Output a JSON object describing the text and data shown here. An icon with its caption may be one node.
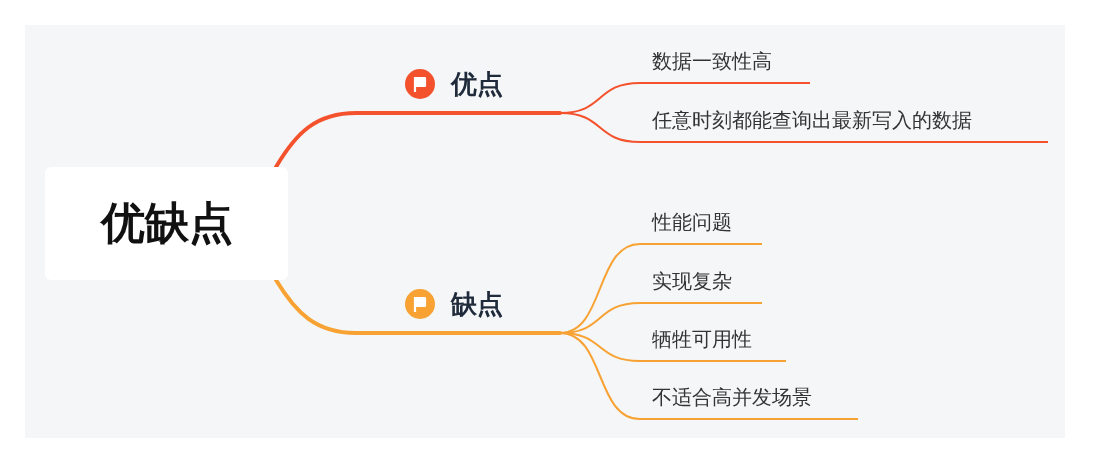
{
  "diagram": {
    "nodes": [
      {
        "text": [
          "优缺点"
        ]
      },
      {
        "text": [
          "优点"
        ]
      },
      {
        "text": [
          "数据一致性高"
        ]
      },
      {
        "text": [
          "任意时刻都能查询出最新写入的数据"
        ]
      },
      {
        "text": [
          "缺点"
        ]
      },
      {
        "text": [
          "性能问题"
        ]
      },
      {
        "text": [
          "实现复杂"
        ]
      },
      {
        "text": [
          "牺牲可用性"
        ]
      },
      {
        "text": [
          "不适合高并发场景"
        ]
      }
    ],
    "edges": [
      {
        "from": 0,
        "to": 1,
        "arrow": "none",
        "style": "thick",
        "color": "#f4522d"
      },
      {
        "from": 1,
        "to": 2,
        "arrow": "none",
        "color": "#f4522d"
      },
      {
        "from": 1,
        "to": 3,
        "arrow": "none",
        "color": "#f4522d"
      },
      {
        "from": 0,
        "to": 4,
        "arrow": "none",
        "style": "thick"
      },
      {
        "from": 4,
        "to": 5,
        "arrow": "none"
      },
      {
        "from": 4,
        "to": 6,
        "arrow": "none"
      },
      {
        "from": 4,
        "to": 7,
        "arrow": "none"
      },
      {
        "from": 4,
        "to": 8,
        "arrow": "none"
      }
    ]
  }
}
